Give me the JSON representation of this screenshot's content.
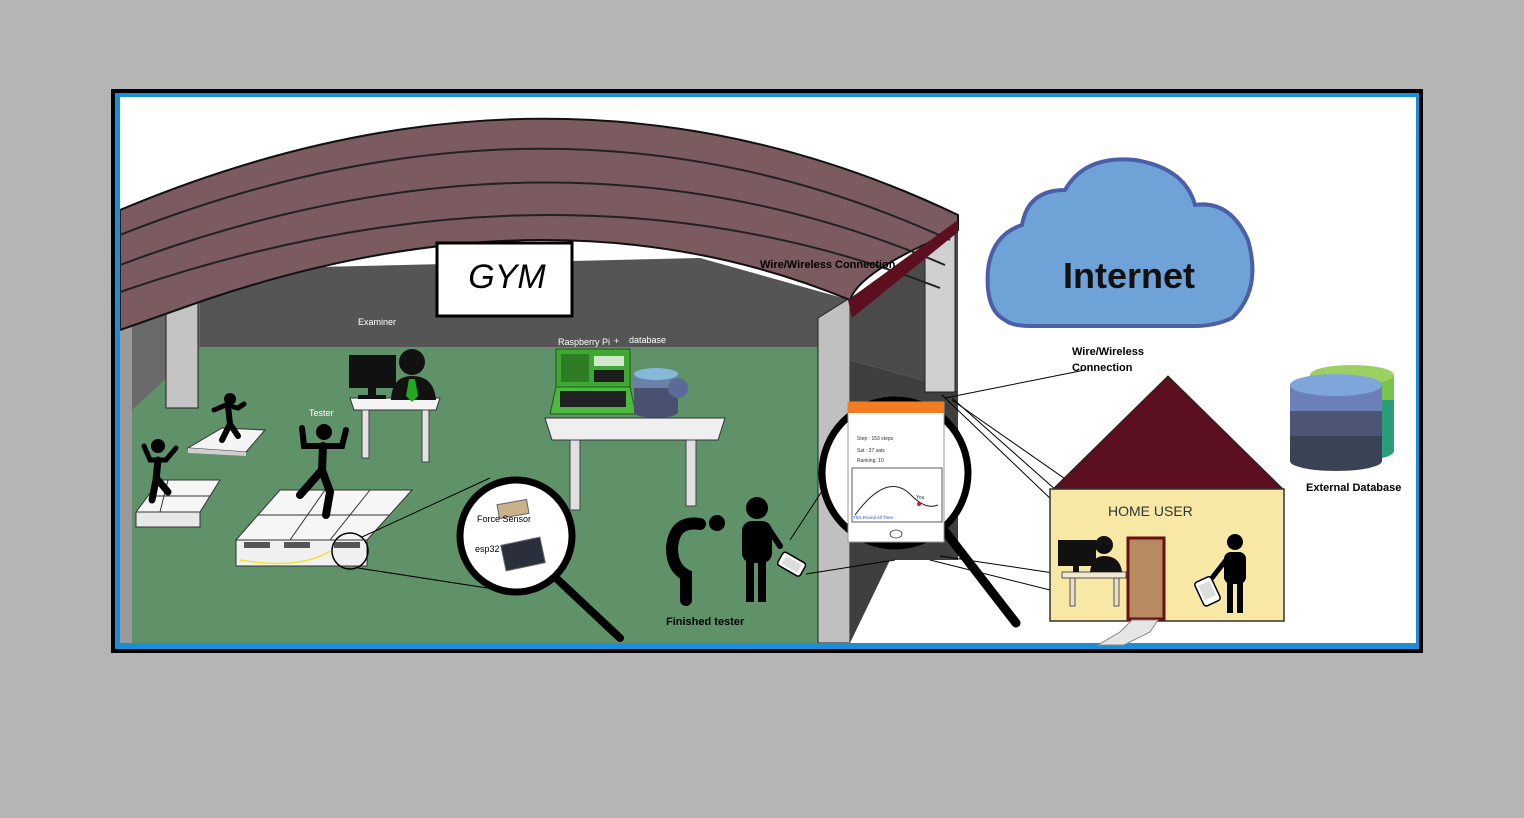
{
  "labels": {
    "gym_sign": "GYM",
    "examiner": "Examiner",
    "tester": "Tester",
    "raspberry_pi": "Raspberry Pi",
    "plus": "+",
    "database": "database",
    "force_sensor": "Force Sensor",
    "esp32": "esp32",
    "finished_tester": "Finished tester",
    "wire_wireless_connection": "Wire/Wireless Connection",
    "wire_wireless_line1": "Wire/Wireless",
    "wire_wireless_line2": "Connection",
    "internet": "Internet",
    "home_user": "HOME USER",
    "external_database": "External Database"
  },
  "phone_screen": {
    "step": "Step : 153 steps",
    "sat": "Sat : 37 sats",
    "ranking": "Ranking: 10",
    "marker": "You",
    "footer": "This Round  All Time"
  },
  "colors": {
    "page_bg": "#b4b5b4",
    "frame_border": "#1a8fd8",
    "roof": "#7b5a60",
    "gym_floor": "#5f9268",
    "gym_wall": "#555555",
    "cloud": "#6fa3d8",
    "house_wall": "#f8e8a6",
    "house_roof": "#5c0f1f",
    "door": "#b88a62"
  }
}
